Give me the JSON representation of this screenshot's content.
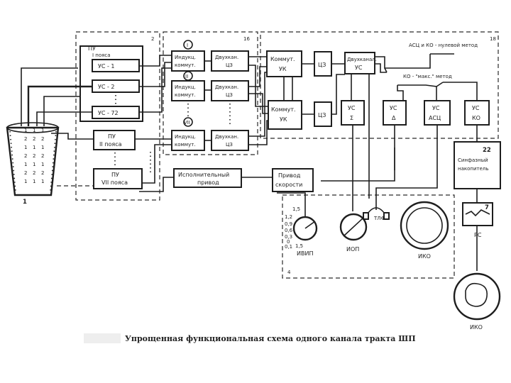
{
  "caption": "Упрощенная функциональная схема одного канала тракта ШП",
  "regions": {
    "r2": "2",
    "r16": "16",
    "r18": "18",
    "r4": "4"
  },
  "antenna": {
    "ref": "1",
    "rows": [
      [
        "1",
        "1",
        "1"
      ],
      [
        "2",
        "2",
        "2"
      ],
      [
        "1",
        "1",
        "1"
      ],
      [
        "2",
        "2",
        "2"
      ],
      [
        "1",
        "1",
        "1"
      ],
      [
        "2",
        "2",
        "2"
      ],
      [
        "1",
        "1",
        "1"
      ]
    ]
  },
  "pu1": {
    "title": "ПУ",
    "sub": "I пояса"
  },
  "us1": "УС - 1",
  "us2": "УС - 2",
  "us72": "УС - 72",
  "pu2": {
    "title": "ПУ",
    "sub": "II пояса"
  },
  "pu7": {
    "title": "ПУ",
    "sub": "VII пояса"
  },
  "circ1": "I",
  "circ2": "II",
  "circ7": "VII",
  "ik1": {
    "l1": "Индукц.",
    "l2": "коммут."
  },
  "ik2": {
    "l1": "Индукц.",
    "l2": "коммут."
  },
  "ik7": {
    "l1": "Индукц.",
    "l2": "коммут."
  },
  "dz1": {
    "l1": "Двухкан.",
    "l2": "ЦЗ"
  },
  "dz2": {
    "l1": "Двухкан.",
    "l2": "ЦЗ"
  },
  "dz7": {
    "l1": "Двухкан.",
    "l2": "ЦЗ"
  },
  "isp": {
    "l1": "Исполнительный",
    "l2": "привод"
  },
  "pspd": {
    "l1": "Привод",
    "l2": "скорости"
  },
  "kom1": {
    "l1": "Коммут.",
    "l2": "УК"
  },
  "kom2": {
    "l1": "Коммут.",
    "l2": "УК"
  },
  "cz1": "ЦЗ",
  "cz2": "ЦЗ",
  "dvus": {
    "l1": "Двухканал.",
    "l2": "УС"
  },
  "uss": {
    "l1": "УС",
    "l2": "Σ"
  },
  "usd": {
    "l1": "УС",
    "l2": "Δ"
  },
  "usasc": {
    "l1": "УС",
    "l2": "АСЦ"
  },
  "usko": {
    "l1": "УС",
    "l2": "КО"
  },
  "sn": {
    "num": "22",
    "l1": "Синфазный",
    "l2": "накопитель"
  },
  "rs": {
    "num": "7",
    "label": "РС"
  },
  "notes": {
    "top": "АСЦ и КО - нулевой метод",
    "mid": "КО - \"макс.\" метод"
  },
  "ind": {
    "ivip": "ИВИП",
    "iop": "ИОП",
    "ako": "ИКО",
    "tlf": "ТЛФ",
    "iko": "ИКО"
  },
  "scale": [
    "1,5",
    "1,2",
    "0,9",
    "0,6",
    "0,3",
    "0",
    "0,1",
    "1,5"
  ]
}
